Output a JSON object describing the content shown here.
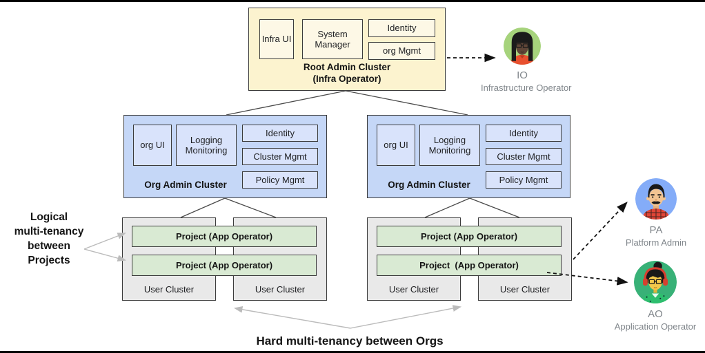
{
  "colors": {
    "root_fill": "#FCF3CF",
    "root_component_fill": "#FDF8E6",
    "org_fill": "#C5D7F7",
    "org_component_fill": "#D9E3FB",
    "user_cluster_fill": "#E9E9E9",
    "project_fill": "#D9EAD3",
    "box_border": "#3C3C3C",
    "io_circle": "#A6D37C",
    "pa_circle": "#84ACF8",
    "ao_circle": "#38B177",
    "persona_text": "#80868B",
    "solid_connector": "#4A4A4A",
    "dashed_arrow": "#111111",
    "gray_arrow": "#BBBBBB"
  },
  "root_cluster": {
    "title": "Root Admin Cluster",
    "subtitle": "(Infra Operator)",
    "components": [
      "Infra UI",
      "System Manager",
      "Identity",
      "org Mgmt"
    ]
  },
  "org_clusters": [
    {
      "title": "Org Admin Cluster",
      "components": [
        "org UI",
        "Logging Monitoring",
        "Identity",
        "Cluster Mgmt",
        "Policy Mgmt"
      ]
    },
    {
      "title": "Org Admin Cluster",
      "components": [
        "org UI",
        "Logging Monitoring",
        "Identity",
        "Cluster Mgmt",
        "Policy Mgmt"
      ]
    }
  ],
  "user_groups": [
    {
      "projects": [
        "Project (App Operator)",
        "Project (App Operator)"
      ],
      "clusters": [
        "User Cluster",
        "User Cluster"
      ]
    },
    {
      "projects": [
        "Project (App Operator)",
        "Project  (App Operator)"
      ],
      "clusters": [
        "User Cluster",
        "User Cluster"
      ]
    }
  ],
  "personas": [
    {
      "abbr": "IO",
      "role": "Infrastructure Operator"
    },
    {
      "abbr": "PA",
      "role": "Platform Admin"
    },
    {
      "abbr": "AO",
      "role": "Application Operator"
    }
  ],
  "notes": {
    "left": "Logical\nmulti-tenancy\nbetween\nProjects",
    "bottom": "Hard multi-tenancy between Orgs"
  }
}
